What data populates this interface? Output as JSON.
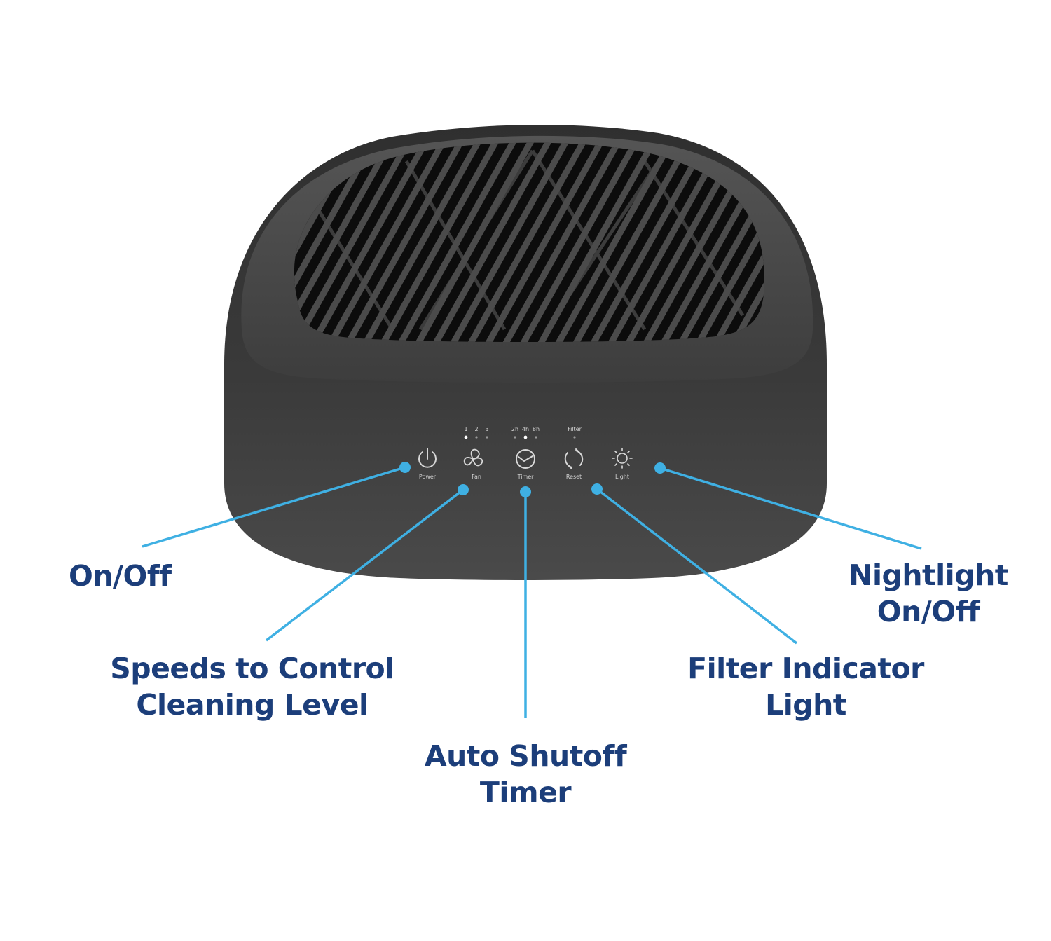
{
  "product": {
    "name": "Air purifier control panel",
    "body_color": "#3b3b3b",
    "grille_color": "#4a4a4a",
    "accent_color": "#3fb0e3",
    "label_color": "#1c3e7a"
  },
  "control_panel": {
    "fan_speed_indicators": {
      "labels": [
        "1",
        "2",
        "3"
      ],
      "active_index": 0
    },
    "timer_indicators": {
      "labels": [
        "2h",
        "4h",
        "8h"
      ],
      "active_index": 1
    },
    "filter_indicator": {
      "label": "Filter"
    },
    "buttons": [
      {
        "id": "power",
        "label": "Power",
        "icon": "power-icon"
      },
      {
        "id": "fan",
        "label": "Fan",
        "icon": "fan-icon"
      },
      {
        "id": "timer",
        "label": "Timer",
        "icon": "timer-icon"
      },
      {
        "id": "reset",
        "label": "Reset",
        "icon": "reset-icon"
      },
      {
        "id": "light",
        "label": "Light",
        "icon": "sun-icon"
      }
    ]
  },
  "callouts": [
    {
      "target": "power",
      "lines": [
        "On/Off"
      ]
    },
    {
      "target": "fan",
      "lines": [
        "Speeds to Control",
        "Cleaning Level"
      ]
    },
    {
      "target": "timer",
      "lines": [
        "Auto Shutoff",
        "Timer"
      ]
    },
    {
      "target": "reset",
      "lines": [
        "Filter Indicator",
        "Light"
      ]
    },
    {
      "target": "light",
      "lines": [
        "Nightlight",
        "On/Off"
      ]
    }
  ]
}
